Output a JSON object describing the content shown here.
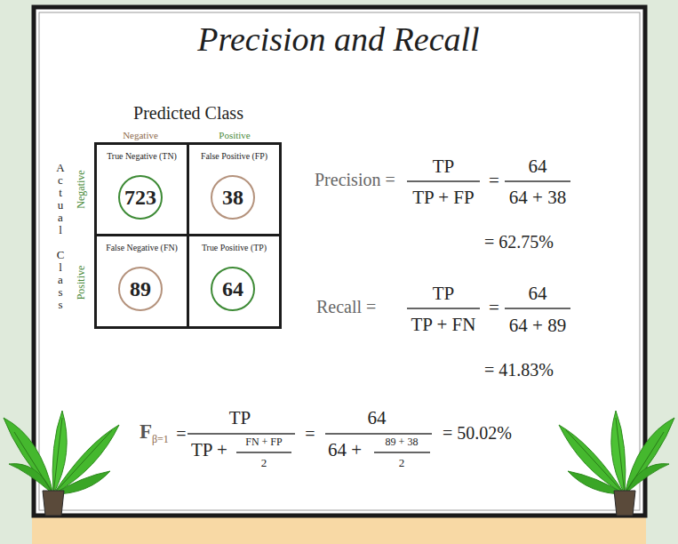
{
  "diagram": {
    "title": "Precision and Recall",
    "nodes": [
      {
        "text": [
          "True Negative (TN)"
        ]
      },
      {
        "text": [
          "723"
        ],
        "in": 0
      },
      {
        "text": [
          "False Positive (FP)"
        ]
      },
      {
        "text": [
          "38"
        ],
        "in": 2
      },
      {
        "text": [
          "False Negative (FN)"
        ]
      },
      {
        "text": [
          "89"
        ],
        "in": 4
      },
      {
        "text": [
          "True Positive (TP)"
        ]
      },
      {
        "text": [
          "64"
        ],
        "in": 6
      }
    ],
    "labels": [
      "Predicted Class",
      "Negative",
      "Positive",
      "Actual Class",
      "Negative",
      "Positive",
      "Precision =",
      "TP",
      "TP + FP",
      "=",
      "64",
      "64 + 38",
      "= 62.75%",
      "Recall =",
      "TP",
      "TP + FN",
      "=",
      "64",
      "64 + 89",
      "= 41.83%",
      "F",
      "β=1",
      "=",
      "TP",
      "TP +",
      "FN + FP",
      "2",
      "=",
      "64",
      "64 +",
      "89 + 38",
      "2",
      "= 50.02%"
    ]
  }
}
